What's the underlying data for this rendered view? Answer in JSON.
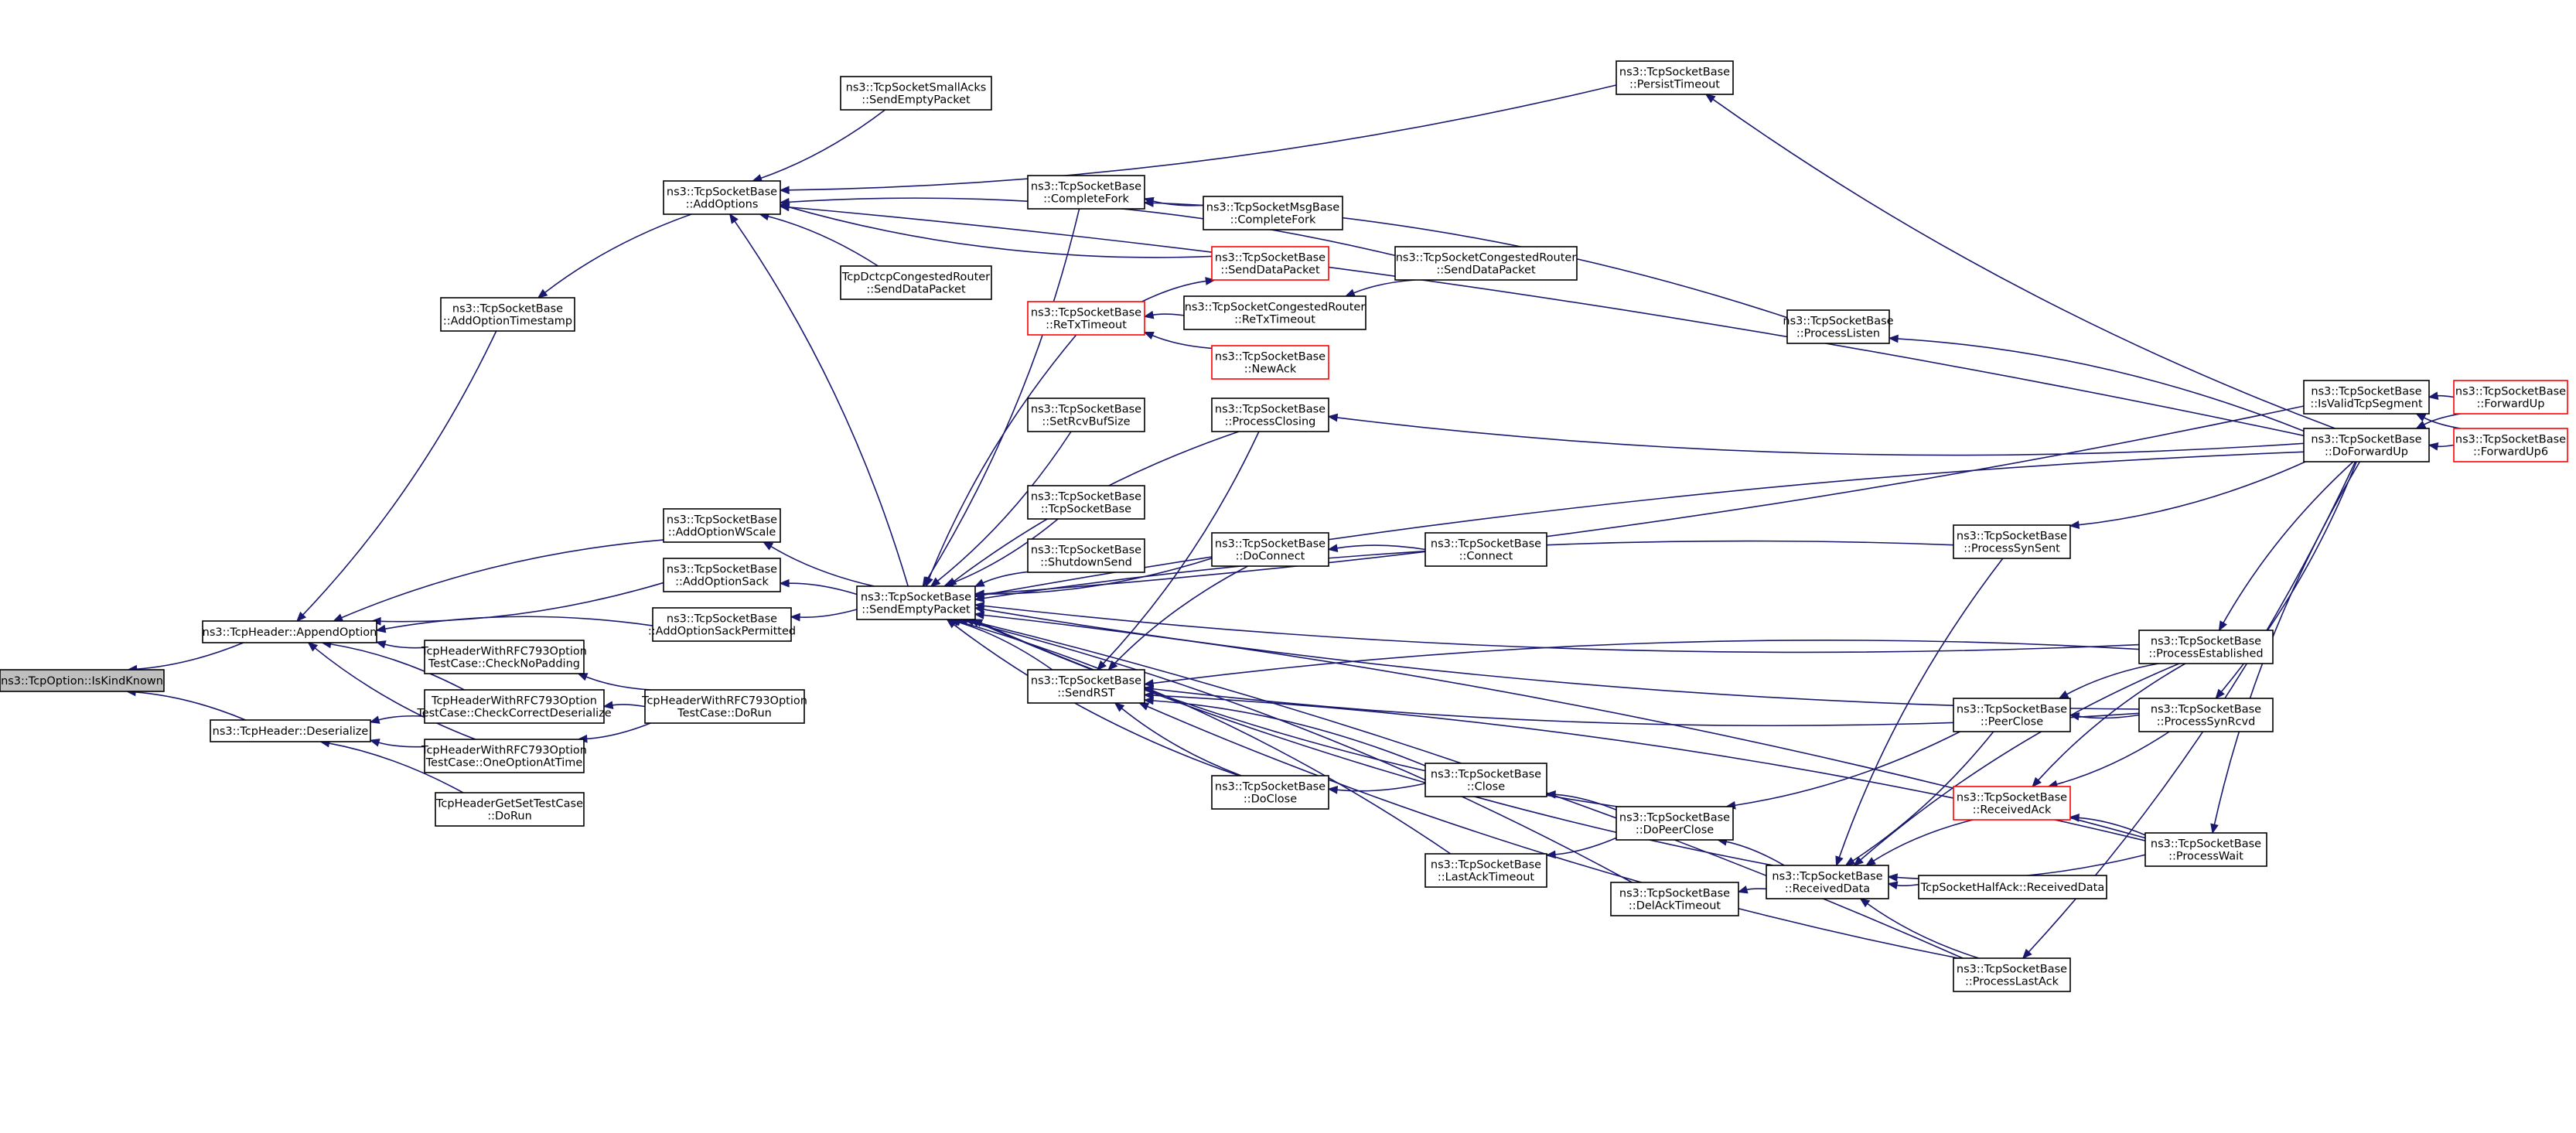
{
  "nodes": [
    {
      "id": "isKindKnown",
      "lines": [
        "ns3::TcpOption::IsKindKnown"
      ],
      "style": "root"
    },
    {
      "id": "appendOption",
      "lines": [
        "ns3::TcpHeader::AppendOption"
      ],
      "style": "black"
    },
    {
      "id": "deserialize",
      "lines": [
        "ns3::TcpHeader::Deserialize"
      ],
      "style": "black"
    },
    {
      "id": "addOptionTimestamp",
      "lines": [
        "ns3::TcpSocketBase",
        "::AddOptionTimestamp"
      ],
      "style": "black"
    },
    {
      "id": "addOptions",
      "lines": [
        "ns3::TcpSocketBase",
        "::AddOptions"
      ],
      "style": "black"
    },
    {
      "id": "addOptionWScale",
      "lines": [
        "ns3::TcpSocketBase",
        "::AddOptionWScale"
      ],
      "style": "black"
    },
    {
      "id": "addOptionSack",
      "lines": [
        "ns3::TcpSocketBase",
        "::AddOptionSack"
      ],
      "style": "black"
    },
    {
      "id": "addOptionSackPermitted",
      "lines": [
        "ns3::TcpSocketBase",
        "::AddOptionSackPermitted"
      ],
      "style": "black"
    },
    {
      "id": "checkNoPadding",
      "lines": [
        "TcpHeaderWithRFC793Option",
        "TestCase::CheckNoPadding"
      ],
      "style": "black"
    },
    {
      "id": "checkCorrectDeserialize",
      "lines": [
        "TcpHeaderWithRFC793Option",
        "TestCase::CheckCorrectDeserialize"
      ],
      "style": "black"
    },
    {
      "id": "oneOptionAtTime",
      "lines": [
        "TcpHeaderWithRFC793Option",
        "TestCase::OneOptionAtTime"
      ],
      "style": "black"
    },
    {
      "id": "getSetDoRun",
      "lines": [
        "TcpHeaderGetSetTestCase",
        "::DoRun"
      ],
      "style": "black"
    },
    {
      "id": "rfc793DoRun",
      "lines": [
        "TcpHeaderWithRFC793Option",
        "TestCase::DoRun"
      ],
      "style": "black"
    },
    {
      "id": "smallAcksSend",
      "lines": [
        "ns3::TcpSocketSmallAcks",
        "::SendEmptyPacket"
      ],
      "style": "black"
    },
    {
      "id": "dctcpSendData",
      "lines": [
        "TcpDctcpCongestedRouter",
        "::SendDataPacket"
      ],
      "style": "black"
    },
    {
      "id": "sendEmptyPacket",
      "lines": [
        "ns3::TcpSocketBase",
        "::SendEmptyPacket"
      ],
      "style": "black"
    },
    {
      "id": "completeFork",
      "lines": [
        "ns3::TcpSocketBase",
        "::CompleteFork"
      ],
      "style": "black"
    },
    {
      "id": "msgBaseCompleteFork",
      "lines": [
        "ns3::TcpSocketMsgBase",
        "::CompleteFork"
      ],
      "style": "black"
    },
    {
      "id": "sendDataPacket",
      "lines": [
        "ns3::TcpSocketBase",
        "::SendDataPacket"
      ],
      "style": "red"
    },
    {
      "id": "congestedSendData",
      "lines": [
        "ns3::TcpSocketCongestedRouter",
        "::SendDataPacket"
      ],
      "style": "black"
    },
    {
      "id": "reTxTimeout",
      "lines": [
        "ns3::TcpSocketBase",
        "::ReTxTimeout"
      ],
      "style": "red"
    },
    {
      "id": "congestedReTx",
      "lines": [
        "ns3::TcpSocketCongestedRouter",
        "::ReTxTimeout"
      ],
      "style": "black"
    },
    {
      "id": "newAck",
      "lines": [
        "ns3::TcpSocketBase",
        "::NewAck"
      ],
      "style": "red"
    },
    {
      "id": "setRcvBufSize",
      "lines": [
        "ns3::TcpSocketBase",
        "::SetRcvBufSize"
      ],
      "style": "black"
    },
    {
      "id": "processClosing",
      "lines": [
        "ns3::TcpSocketBase",
        "::ProcessClosing"
      ],
      "style": "black"
    },
    {
      "id": "tcpSocketBaseCtor",
      "lines": [
        "ns3::TcpSocketBase",
        "::TcpSocketBase"
      ],
      "style": "black"
    },
    {
      "id": "shutdownSend",
      "lines": [
        "ns3::TcpSocketBase",
        "::ShutdownSend"
      ],
      "style": "black"
    },
    {
      "id": "doConnect",
      "lines": [
        "ns3::TcpSocketBase",
        "::DoConnect"
      ],
      "style": "black"
    },
    {
      "id": "connect",
      "lines": [
        "ns3::TcpSocketBase",
        "::Connect"
      ],
      "style": "black"
    },
    {
      "id": "sendRST",
      "lines": [
        "ns3::TcpSocketBase",
        "::SendRST"
      ],
      "style": "black"
    },
    {
      "id": "doClose",
      "lines": [
        "ns3::TcpSocketBase",
        "::DoClose"
      ],
      "style": "black"
    },
    {
      "id": "close",
      "lines": [
        "ns3::TcpSocketBase",
        "::Close"
      ],
      "style": "black"
    },
    {
      "id": "lastAckTimeout",
      "lines": [
        "ns3::TcpSocketBase",
        "::LastAckTimeout"
      ],
      "style": "black"
    },
    {
      "id": "doPeerClose",
      "lines": [
        "ns3::TcpSocketBase",
        "::DoPeerClose"
      ],
      "style": "black"
    },
    {
      "id": "delAckTimeout",
      "lines": [
        "ns3::TcpSocketBase",
        "::DelAckTimeout"
      ],
      "style": "black"
    },
    {
      "id": "receivedData",
      "lines": [
        "ns3::TcpSocketBase",
        "::ReceivedData"
      ],
      "style": "black"
    },
    {
      "id": "halfAckReceivedData",
      "lines": [
        "TcpSocketHalfAck::ReceivedData"
      ],
      "style": "black"
    },
    {
      "id": "persistTimeout",
      "lines": [
        "ns3::TcpSocketBase",
        "::PersistTimeout"
      ],
      "style": "black"
    },
    {
      "id": "processListen",
      "lines": [
        "ns3::TcpSocketBase",
        "::ProcessListen"
      ],
      "style": "black"
    },
    {
      "id": "processSynSent",
      "lines": [
        "ns3::TcpSocketBase",
        "::ProcessSynSent"
      ],
      "style": "black"
    },
    {
      "id": "peerClose",
      "lines": [
        "ns3::TcpSocketBase",
        "::PeerClose"
      ],
      "style": "black"
    },
    {
      "id": "receivedAck",
      "lines": [
        "ns3::TcpSocketBase",
        "::ReceivedAck"
      ],
      "style": "red"
    },
    {
      "id": "processLastAck",
      "lines": [
        "ns3::TcpSocketBase",
        "::ProcessLastAck"
      ],
      "style": "black"
    },
    {
      "id": "processEstablished",
      "lines": [
        "ns3::TcpSocketBase",
        "::ProcessEstablished"
      ],
      "style": "black"
    },
    {
      "id": "processSynRcvd",
      "lines": [
        "ns3::TcpSocketBase",
        "::ProcessSynRcvd"
      ],
      "style": "black"
    },
    {
      "id": "processWait",
      "lines": [
        "ns3::TcpSocketBase",
        "::ProcessWait"
      ],
      "style": "black"
    },
    {
      "id": "isValidTcpSegment",
      "lines": [
        "ns3::TcpSocketBase",
        "::IsValidTcpSegment"
      ],
      "style": "black"
    },
    {
      "id": "doForwardUp",
      "lines": [
        "ns3::TcpSocketBase",
        "::DoForwardUp"
      ],
      "style": "black"
    },
    {
      "id": "forwardUp",
      "lines": [
        "ns3::TcpSocketBase",
        "::ForwardUp"
      ],
      "style": "red"
    },
    {
      "id": "forwardUp6",
      "lines": [
        "ns3::TcpSocketBase",
        "::ForwardUp6"
      ],
      "style": "red"
    }
  ],
  "edges": [
    [
      "appendOption",
      "isKindKnown"
    ],
    [
      "deserialize",
      "isKindKnown"
    ],
    [
      "addOptionTimestamp",
      "appendOption"
    ],
    [
      "addOptionWScale",
      "appendOption"
    ],
    [
      "addOptionSack",
      "appendOption"
    ],
    [
      "addOptionSackPermitted",
      "appendOption"
    ],
    [
      "checkNoPadding",
      "appendOption"
    ],
    [
      "checkCorrectDeserialize",
      "appendOption"
    ],
    [
      "oneOptionAtTime",
      "appendOption"
    ],
    [
      "checkCorrectDeserialize",
      "deserialize"
    ],
    [
      "oneOptionAtTime",
      "deserialize"
    ],
    [
      "getSetDoRun",
      "deserialize"
    ],
    [
      "rfc793DoRun",
      "checkNoPadding"
    ],
    [
      "rfc793DoRun",
      "checkCorrectDeserialize"
    ],
    [
      "rfc793DoRun",
      "oneOptionAtTime"
    ],
    [
      "addOptions",
      "addOptionTimestamp"
    ],
    [
      "sendEmptyPacket",
      "addOptionWScale"
    ],
    [
      "sendEmptyPacket",
      "addOptionSack"
    ],
    [
      "sendEmptyPacket",
      "addOptionSackPermitted"
    ],
    [
      "sendEmptyPacket",
      "addOptions"
    ],
    [
      "smallAcksSend",
      "addOptions"
    ],
    [
      "dctcpSendData",
      "addOptions"
    ],
    [
      "sendDataPacket",
      "addOptions"
    ],
    [
      "congestedSendData",
      "addOptions"
    ],
    [
      "persistTimeout",
      "addOptions"
    ],
    [
      "doForwardUp",
      "addOptions"
    ],
    [
      "completeFork",
      "sendEmptyPacket"
    ],
    [
      "reTxTimeout",
      "sendEmptyPacket"
    ],
    [
      "setRcvBufSize",
      "sendEmptyPacket"
    ],
    [
      "processClosing",
      "sendEmptyPacket"
    ],
    [
      "tcpSocketBaseCtor",
      "sendEmptyPacket"
    ],
    [
      "shutdownSend",
      "sendEmptyPacket"
    ],
    [
      "doConnect",
      "sendEmptyPacket"
    ],
    [
      "sendRST",
      "sendEmptyPacket"
    ],
    [
      "doClose",
      "sendEmptyPacket"
    ],
    [
      "lastAckTimeout",
      "sendEmptyPacket"
    ],
    [
      "doPeerClose",
      "sendEmptyPacket"
    ],
    [
      "delAckTimeout",
      "sendEmptyPacket"
    ],
    [
      "receivedData",
      "sendEmptyPacket"
    ],
    [
      "processSynSent",
      "sendEmptyPacket"
    ],
    [
      "processEstablished",
      "sendEmptyPacket"
    ],
    [
      "processLastAck",
      "sendEmptyPacket"
    ],
    [
      "processSynRcvd",
      "sendEmptyPacket"
    ],
    [
      "processWait",
      "sendEmptyPacket"
    ],
    [
      "isValidTcpSegment",
      "sendEmptyPacket"
    ],
    [
      "doForwardUp",
      "sendEmptyPacket"
    ],
    [
      "msgBaseCompleteFork",
      "completeFork"
    ],
    [
      "processListen",
      "completeFork"
    ],
    [
      "reTxTimeout",
      "sendDataPacket"
    ],
    [
      "congestedReTx",
      "reTxTimeout"
    ],
    [
      "newAck",
      "reTxTimeout"
    ],
    [
      "congestedSendData",
      "congestedReTx"
    ],
    [
      "doForwardUp",
      "processClosing"
    ],
    [
      "connect",
      "doConnect"
    ],
    [
      "processClosing",
      "sendRST"
    ],
    [
      "doConnect",
      "sendRST"
    ],
    [
      "doClose",
      "sendRST"
    ],
    [
      "close",
      "sendRST"
    ],
    [
      "processLastAck",
      "sendRST"
    ],
    [
      "processEstablished",
      "sendRST"
    ],
    [
      "processSynRcvd",
      "sendRST"
    ],
    [
      "processWait",
      "sendRST"
    ],
    [
      "close",
      "doClose"
    ],
    [
      "doPeerClose",
      "close"
    ],
    [
      "doPeerClose",
      "lastAckTimeout"
    ],
    [
      "receivedData",
      "doPeerClose"
    ],
    [
      "peerClose",
      "doPeerClose"
    ],
    [
      "receivedData",
      "delAckTimeout"
    ],
    [
      "halfAckReceivedData",
      "receivedData"
    ],
    [
      "receivedAck",
      "receivedData"
    ],
    [
      "processLastAck",
      "receivedData"
    ],
    [
      "processEstablished",
      "receivedData"
    ],
    [
      "processWait",
      "receivedData"
    ],
    [
      "processSynSent",
      "receivedData"
    ],
    [
      "peerClose",
      "receivedData"
    ],
    [
      "processEstablished",
      "peerClose"
    ],
    [
      "processSynRcvd",
      "peerClose"
    ],
    [
      "processEstablished",
      "receivedAck"
    ],
    [
      "processSynRcvd",
      "receivedAck"
    ],
    [
      "processWait",
      "receivedAck"
    ],
    [
      "doForwardUp",
      "persistTimeout"
    ],
    [
      "doForwardUp",
      "processListen"
    ],
    [
      "doForwardUp",
      "processSynSent"
    ],
    [
      "doForwardUp",
      "processEstablished"
    ],
    [
      "doForwardUp",
      "processSynRcvd"
    ],
    [
      "doForwardUp",
      "processWait"
    ],
    [
      "doForwardUp",
      "processLastAck"
    ],
    [
      "forwardUp",
      "isValidTcpSegment"
    ],
    [
      "forwardUp6",
      "isValidTcpSegment"
    ],
    [
      "forwardUp",
      "doForwardUp"
    ],
    [
      "forwardUp6",
      "doForwardUp"
    ]
  ]
}
